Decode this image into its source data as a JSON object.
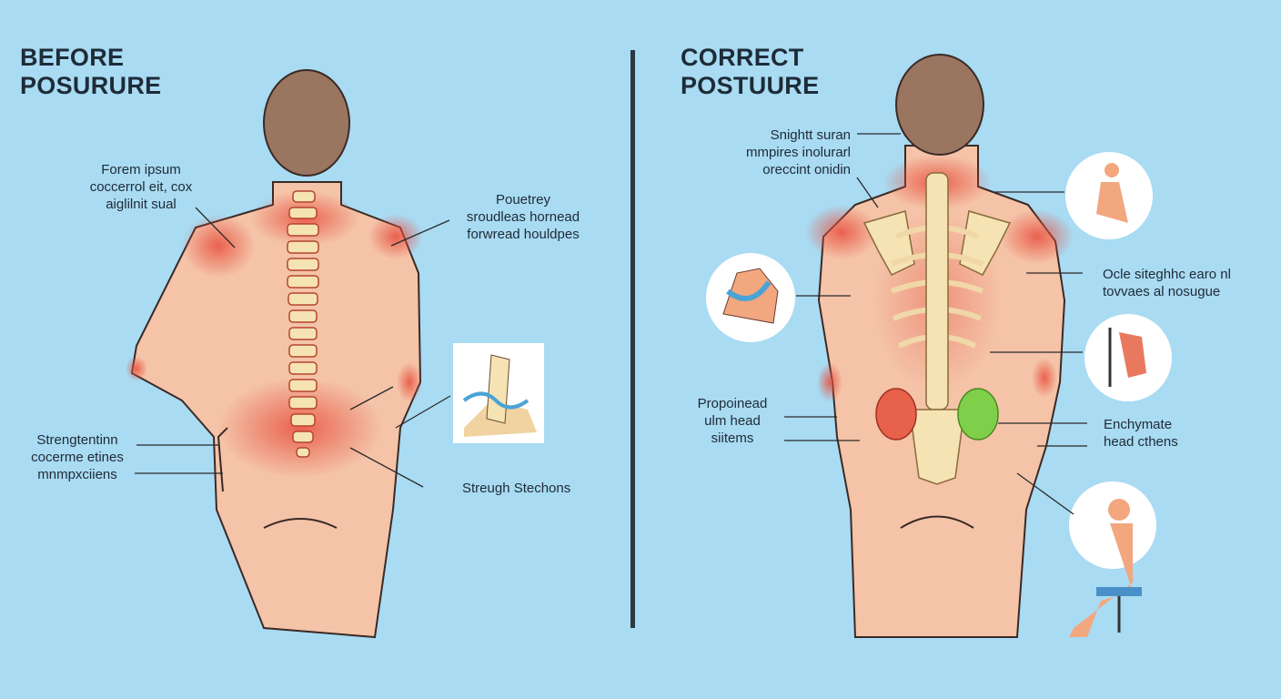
{
  "left": {
    "title_line1": "BEFORE",
    "title_line2": "POSURURE",
    "labels": [
      {
        "lines": [
          "Forem ipsum",
          "coccerrol eit, cox",
          "aiglilnit sual"
        ]
      },
      {
        "lines": [
          "Pouetrey",
          "sroudleas hornead",
          "forwread houldpes"
        ]
      },
      {
        "lines": [
          "Strengtentinn",
          "cocerme etines",
          "mnmpxciiens"
        ]
      },
      {
        "lines": [
          "Streugh Stechons"
        ]
      }
    ]
  },
  "right": {
    "title_line1": "CORRECT",
    "title_line2": "POSTUURE",
    "labels": [
      {
        "lines": [
          "Snightt suran",
          "mmpires inolurarl",
          "oreccint onidin"
        ]
      },
      {
        "lines": [
          "Ocle siteghhc earo nl",
          "tovvaes al nosugue"
        ]
      },
      {
        "lines": [
          "Propoinead",
          "ulm head",
          "siitems"
        ]
      },
      {
        "lines": [
          "Enchymate",
          "head cthens"
        ]
      }
    ]
  },
  "colors": {
    "background": "#a9dbf3",
    "skin": "#f4c3a8",
    "pain": "#e8503f",
    "hair": "#9a7560",
    "bone": "#f5e3b3",
    "divider": "#2c3a46"
  }
}
